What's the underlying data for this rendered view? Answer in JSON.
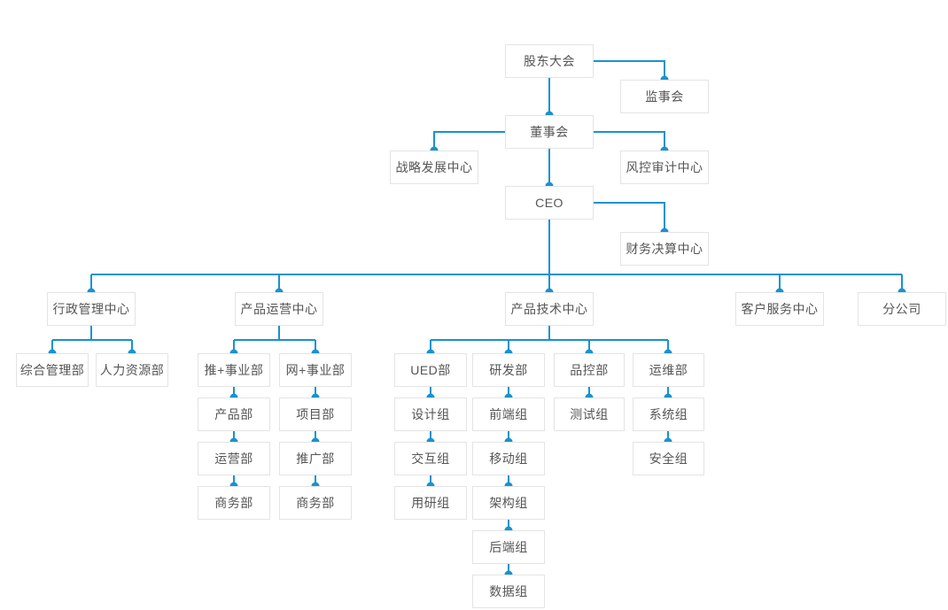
{
  "colors": {
    "line": "#1793ce",
    "dot": "#1793ce",
    "node_border": "#e4e4e4",
    "node_bg": "#ffffff",
    "node_text": "#555555",
    "page_bg": "#ffffff"
  },
  "nodes": [
    {
      "id": "shareholders-meeting",
      "label": "股东大会"
    },
    {
      "id": "supervisory-board",
      "label": "监事会"
    },
    {
      "id": "board-of-directors",
      "label": "董事会"
    },
    {
      "id": "strategy-development-center",
      "label": "战略发展中心"
    },
    {
      "id": "risk-audit-center",
      "label": "风控审计中心"
    },
    {
      "id": "ceo",
      "label": "CEO"
    },
    {
      "id": "financial-settlement-center",
      "label": "财务决算中心"
    },
    {
      "id": "admin-management-center",
      "label": "行政管理中心"
    },
    {
      "id": "product-operation-center",
      "label": "产品运营中心"
    },
    {
      "id": "product-technology-center",
      "label": "产品技术中心"
    },
    {
      "id": "customer-service-center",
      "label": "客户服务中心"
    },
    {
      "id": "branch-company",
      "label": "分公司"
    },
    {
      "id": "general-management-dept",
      "label": "综合管理部"
    },
    {
      "id": "human-resources-dept",
      "label": "人力资源部"
    },
    {
      "id": "tui-plus-division",
      "label": "推+事业部"
    },
    {
      "id": "wang-plus-division",
      "label": "网+事业部"
    },
    {
      "id": "product-dept",
      "label": "产品部"
    },
    {
      "id": "project-dept",
      "label": "项目部"
    },
    {
      "id": "operation-dept",
      "label": "运营部"
    },
    {
      "id": "promotion-dept",
      "label": "推广部"
    },
    {
      "id": "business-dept-1",
      "label": "商务部"
    },
    {
      "id": "business-dept-2",
      "label": "商务部"
    },
    {
      "id": "ued-dept",
      "label": "UED部"
    },
    {
      "id": "rnd-dept",
      "label": "研发部"
    },
    {
      "id": "quality-control-dept",
      "label": "品控部"
    },
    {
      "id": "operations-maintenance-dept",
      "label": "运维部"
    },
    {
      "id": "design-group",
      "label": "设计组"
    },
    {
      "id": "frontend-group",
      "label": "前端组"
    },
    {
      "id": "testing-group",
      "label": "测试组"
    },
    {
      "id": "system-group",
      "label": "系统组"
    },
    {
      "id": "interaction-group",
      "label": "交互组"
    },
    {
      "id": "mobile-group",
      "label": "移动组"
    },
    {
      "id": "security-group",
      "label": "安全组"
    },
    {
      "id": "user-research-group",
      "label": "用研组"
    },
    {
      "id": "architecture-group",
      "label": "架构组"
    },
    {
      "id": "backend-group",
      "label": "后端组"
    },
    {
      "id": "data-group",
      "label": "数据组"
    }
  ],
  "edges": [
    [
      "shareholders-meeting",
      "supervisory-board"
    ],
    [
      "shareholders-meeting",
      "board-of-directors"
    ],
    [
      "board-of-directors",
      "strategy-development-center"
    ],
    [
      "board-of-directors",
      "risk-audit-center"
    ],
    [
      "board-of-directors",
      "ceo"
    ],
    [
      "ceo",
      "financial-settlement-center"
    ],
    [
      "ceo",
      "admin-management-center"
    ],
    [
      "ceo",
      "product-operation-center"
    ],
    [
      "ceo",
      "product-technology-center"
    ],
    [
      "ceo",
      "customer-service-center"
    ],
    [
      "ceo",
      "branch-company"
    ],
    [
      "admin-management-center",
      "general-management-dept"
    ],
    [
      "admin-management-center",
      "human-resources-dept"
    ],
    [
      "product-operation-center",
      "tui-plus-division"
    ],
    [
      "product-operation-center",
      "wang-plus-division"
    ],
    [
      "tui-plus-division",
      "product-dept"
    ],
    [
      "product-dept",
      "operation-dept"
    ],
    [
      "operation-dept",
      "business-dept-1"
    ],
    [
      "wang-plus-division",
      "project-dept"
    ],
    [
      "project-dept",
      "promotion-dept"
    ],
    [
      "promotion-dept",
      "business-dept-2"
    ],
    [
      "product-technology-center",
      "ued-dept"
    ],
    [
      "product-technology-center",
      "rnd-dept"
    ],
    [
      "product-technology-center",
      "quality-control-dept"
    ],
    [
      "product-technology-center",
      "operations-maintenance-dept"
    ],
    [
      "ued-dept",
      "design-group"
    ],
    [
      "design-group",
      "interaction-group"
    ],
    [
      "interaction-group",
      "user-research-group"
    ],
    [
      "rnd-dept",
      "frontend-group"
    ],
    [
      "frontend-group",
      "mobile-group"
    ],
    [
      "mobile-group",
      "architecture-group"
    ],
    [
      "architecture-group",
      "backend-group"
    ],
    [
      "backend-group",
      "data-group"
    ],
    [
      "quality-control-dept",
      "testing-group"
    ],
    [
      "operations-maintenance-dept",
      "system-group"
    ],
    [
      "system-group",
      "security-group"
    ]
  ]
}
